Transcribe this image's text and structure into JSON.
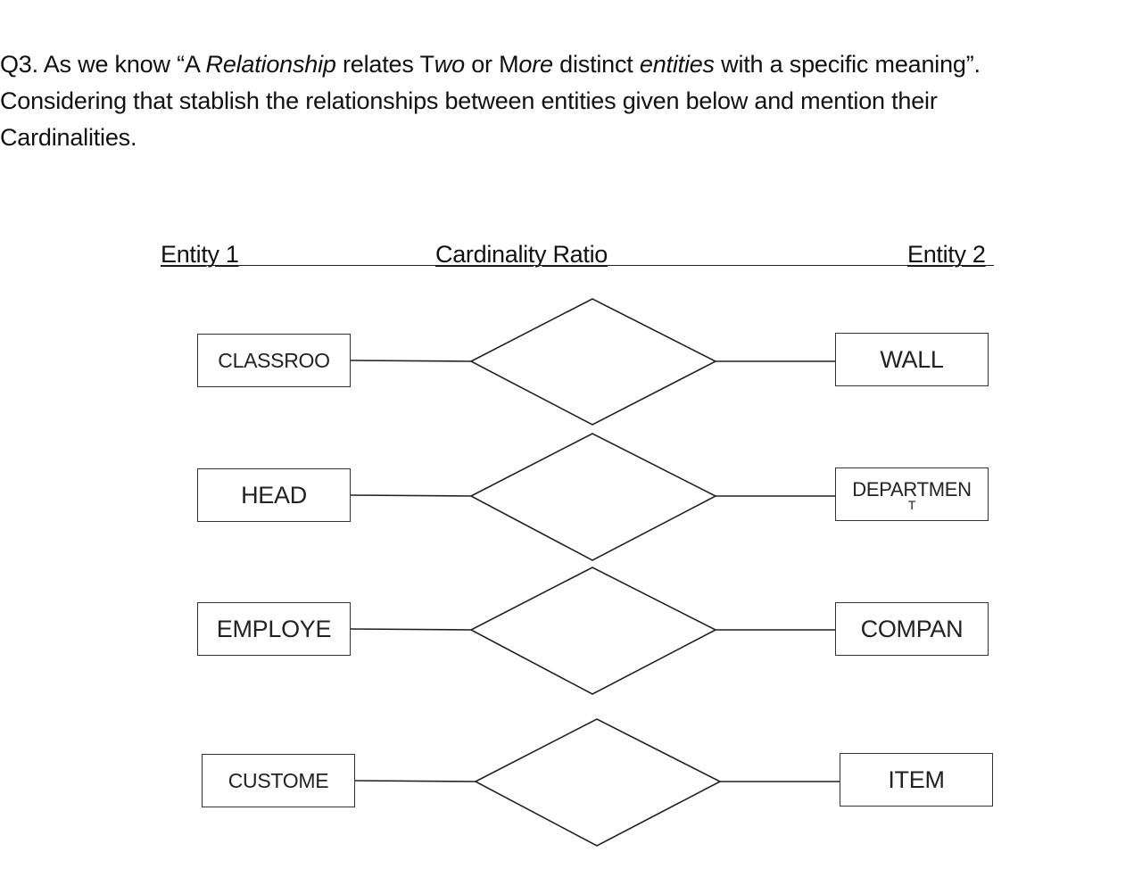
{
  "question": {
    "line1_prefix": "Q3. As we know “A ",
    "line1_italic1": "Relationship",
    "line1_mid1": " relates T",
    "line1_italic2": "wo",
    "line1_mid2": " or M",
    "line1_italic3": "ore",
    "line1_mid3": " distinct ",
    "line1_italic4": "entities",
    "line1_suffix": " with a specific meaning”.",
    "line2": "Considering that stablish the relationships between entities given below and mention their",
    "line3": "Cardinalities."
  },
  "headers": {
    "entity1": "Entity 1",
    "cardinality": "Cardinality Ratio",
    "entity2": "Entity 2"
  },
  "rows": [
    {
      "entity1": "CLASSROO",
      "entity2": "WALL"
    },
    {
      "entity1": "HEAD",
      "entity2": "DEPARTMEN",
      "entity2_tail": "T"
    },
    {
      "entity1": "EMPLOYE",
      "entity2": "COMPAN"
    },
    {
      "entity1": "CUSTOME",
      "entity2": "ITEM"
    }
  ]
}
